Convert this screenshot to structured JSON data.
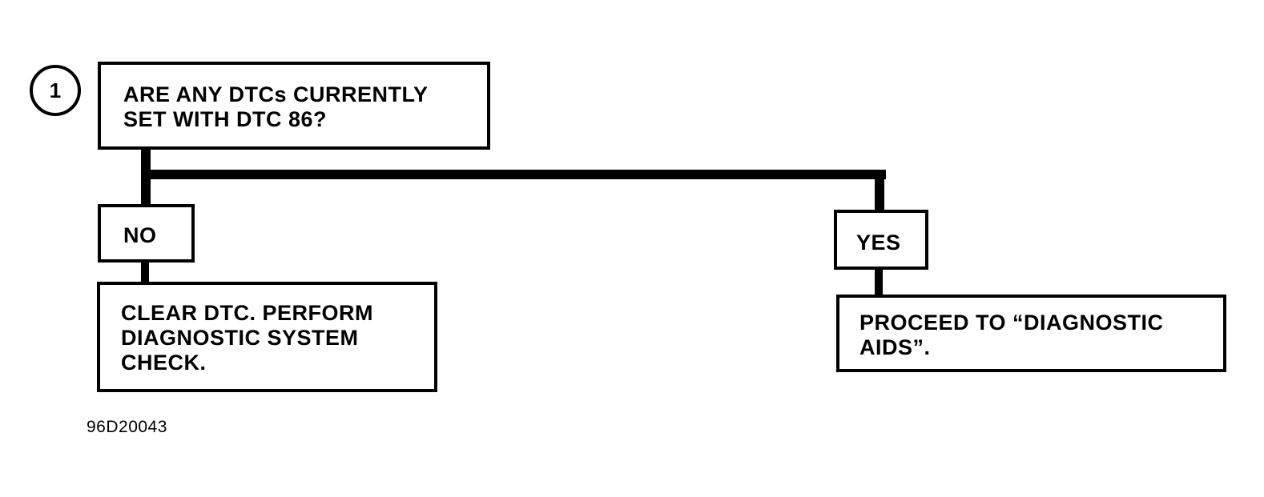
{
  "step": {
    "number": "1"
  },
  "question": {
    "text": "ARE ANY DTCs CURRENTLY\nSET WITH DTC 86?"
  },
  "branch_no": {
    "label": "NO",
    "action": "CLEAR DTC. PERFORM\nDIAGNOSTIC SYSTEM\nCHECK."
  },
  "branch_yes": {
    "label": "YES",
    "action": "PROCEED TO “DIAGNOSTIC\nAIDS”."
  },
  "figure_id": "96D20043"
}
